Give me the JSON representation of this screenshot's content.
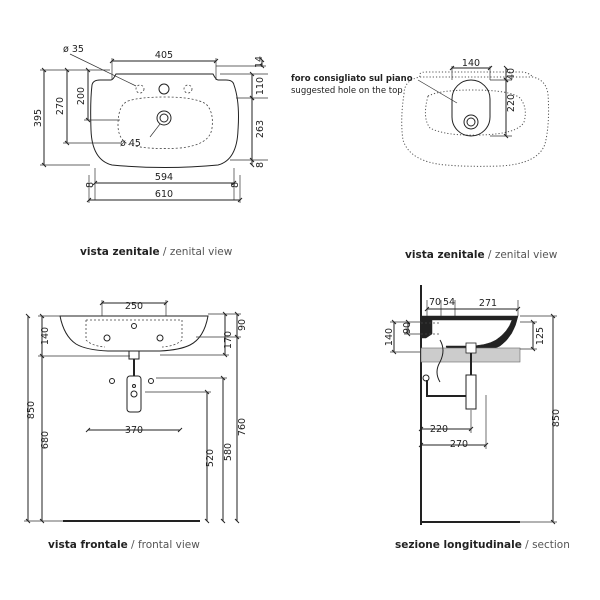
{
  "views": {
    "zenital_left": {
      "caption_it": "vista zenitale",
      "caption_sep": " / ",
      "caption_en": "zenital view",
      "dims": {
        "d35": "ø 35",
        "w405": "405",
        "h395": "395",
        "h270": "270",
        "h200": "200",
        "h14": "14",
        "h110": "110",
        "h263": "263",
        "h8": "8",
        "d45": "ø 45",
        "w594": "594",
        "w610": "610",
        "s8l": "8",
        "s8r": "8"
      }
    },
    "zenital_right": {
      "caption_it": "vista zenitale",
      "caption_sep": " / ",
      "caption_en": "zenital view",
      "note_it": "foro consigliato sul piano",
      "note_en": "suggested hole on the top",
      "dims": {
        "w140": "140",
        "h40": "40",
        "h220": "220"
      }
    },
    "frontal": {
      "caption_it": "vista frontale",
      "caption_sep": " / ",
      "caption_en": "frontal view",
      "dims": {
        "w250": "250",
        "h140": "140",
        "h90": "90",
        "h170": "170",
        "h850": "850",
        "h680": "680",
        "w370": "370",
        "h520": "520",
        "h580": "580",
        "h760": "760"
      }
    },
    "section": {
      "caption_it": "sezione longitudinale",
      "caption_sep": " / ",
      "caption_en": "section",
      "dims": {
        "w70": "70",
        "w54": "54",
        "w271": "271",
        "h140": "140",
        "h90": "90",
        "h125": "125",
        "w220": "220",
        "w270": "270",
        "h850": "850"
      }
    }
  }
}
